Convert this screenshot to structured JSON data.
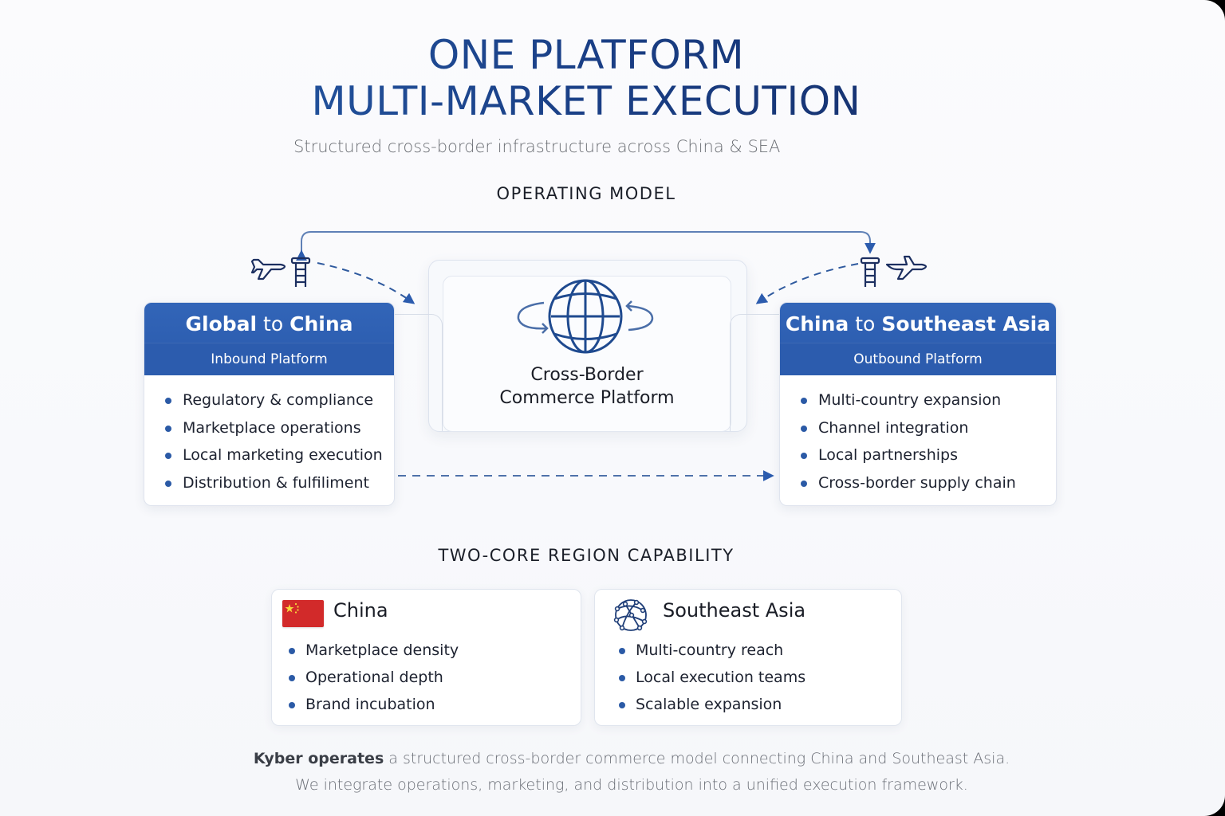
{
  "header": {
    "title_line1": "ONE PLATFORM",
    "title_line2": "MULTI-MARKET EXECUTION",
    "subtitle": "Structured cross-border infrastructure across China & SEA"
  },
  "operating_model": {
    "heading": "OPERATING MODEL",
    "inbound": {
      "title_from": "Global",
      "title_to": "to",
      "title_dest": "China",
      "subtitle": "Inbound Platform",
      "items": [
        "Regulatory & compliance",
        "Marketplace operations",
        "Local marketing execution",
        "Distribution & fulfiliment"
      ],
      "icons": [
        "airplane-icon",
        "control-tower-icon"
      ]
    },
    "center": {
      "line1": "Cross-Border",
      "line2": "Commerce Platform",
      "icon": "globe-exchange-icon"
    },
    "outbound": {
      "title_from": "China",
      "title_to": "to",
      "title_dest": "Southeast Asia",
      "subtitle": "Outbound Platform",
      "items": [
        "Multi-country expansion",
        "Channel integration",
        "Local partnerships",
        "Cross-border supply chain"
      ],
      "icons": [
        "control-tower-icon",
        "airplane-icon"
      ]
    }
  },
  "regions": {
    "heading": "TWO-CORE REGION CAPABILITY",
    "china": {
      "title": "China",
      "icon": "china-flag-icon",
      "items": [
        "Marketplace density",
        "Operational depth",
        "Brand incubation"
      ]
    },
    "sea": {
      "title": "Southeast Asia",
      "icon": "network-globe-icon",
      "items": [
        "Multi-country reach",
        "Local execution teams",
        "Scalable expansion"
      ]
    }
  },
  "footer": {
    "line1_bold": "Kyber operates",
    "line1_rest": " a structured cross-border commerce model connecting China and Southeast Asia.",
    "line2": "We integrate operations, marketing, and distribution into a unified execution framework."
  },
  "colors": {
    "brand_blue": "#2c5cae",
    "title_navy": "#13285e",
    "bullet_blue": "#2b5aa6",
    "flag_red": "#d22a2a"
  }
}
